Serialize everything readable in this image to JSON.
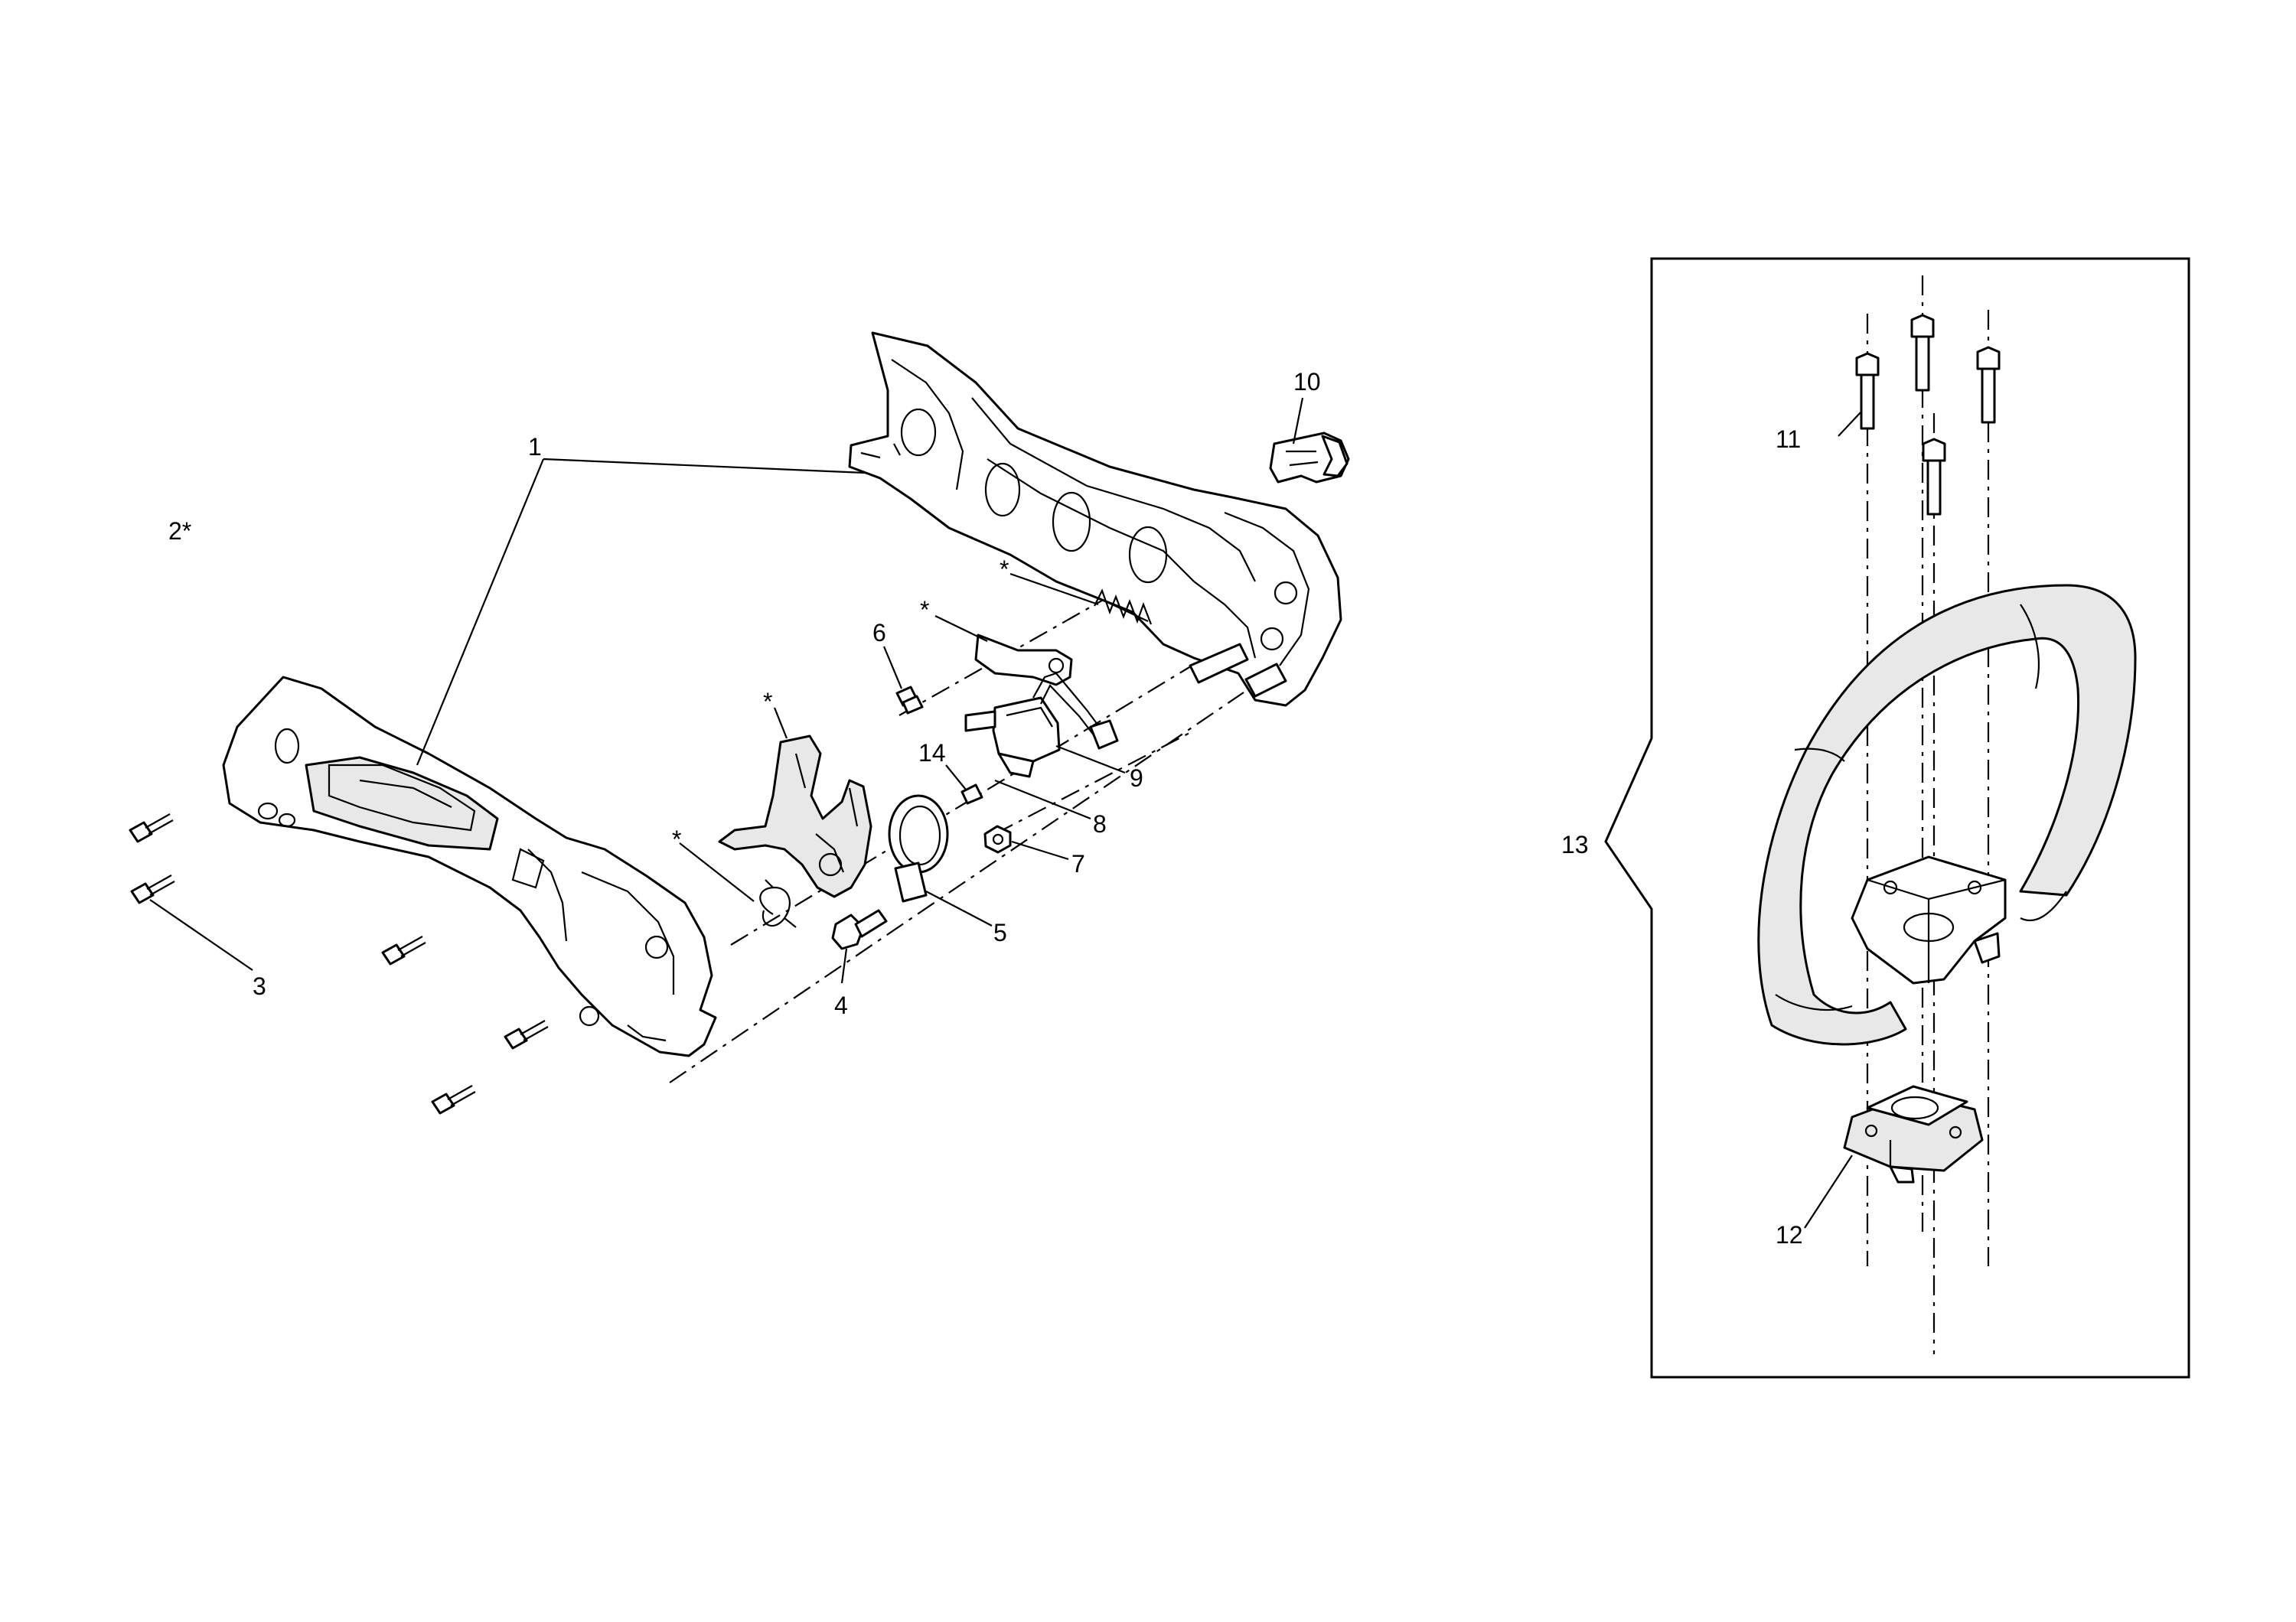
{
  "colors": {
    "line": "#000000",
    "paper": "#ffffff",
    "shade": "#e8e8e8"
  },
  "callouts": {
    "c1": "1",
    "c2": "2*",
    "c3": "3",
    "c4": "4",
    "c5": "5",
    "c6": "6",
    "c7": "7",
    "c8": "8",
    "c9": "9",
    "c10": "10",
    "c11": "11",
    "c12": "12",
    "c13": "13",
    "c14": "14"
  },
  "marks": {
    "spring": "*",
    "lever": "*",
    "torsion_spring": "*",
    "lock_lever": "*"
  }
}
